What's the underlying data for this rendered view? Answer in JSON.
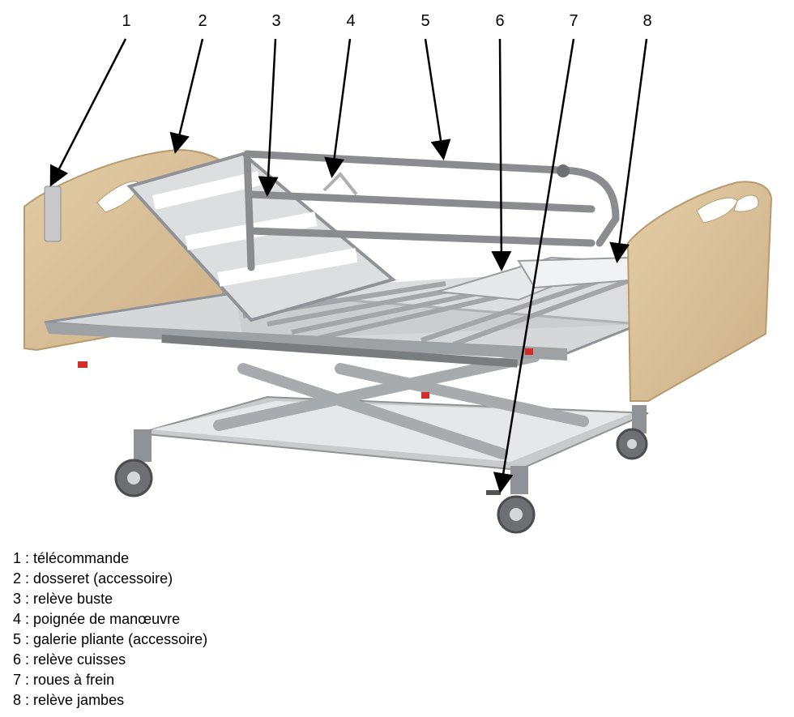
{
  "diagram": {
    "callouts": [
      {
        "number": "1",
        "label": "télécommande"
      },
      {
        "number": "2",
        "label": "dosseret (accessoire)"
      },
      {
        "number": "3",
        "label": "relève buste"
      },
      {
        "number": "4",
        "label": "poignée de manœuvre"
      },
      {
        "number": "5",
        "label": "galerie pliante (accessoire)"
      },
      {
        "number": "6",
        "label": "relève cuisses"
      },
      {
        "number": "7",
        "label": "roues à frein"
      },
      {
        "number": "8",
        "label": "relève jambes"
      }
    ],
    "separator": " : ",
    "colors": {
      "wood": "#d9bf96",
      "wood_edge": "#b89a6c",
      "frame": "#b7b9bb",
      "frame_dark": "#7a7d80",
      "rail": "#8a8c8f",
      "wheel": "#6d6f72",
      "brake": "#d62b2b",
      "arrow": "#000000"
    }
  }
}
